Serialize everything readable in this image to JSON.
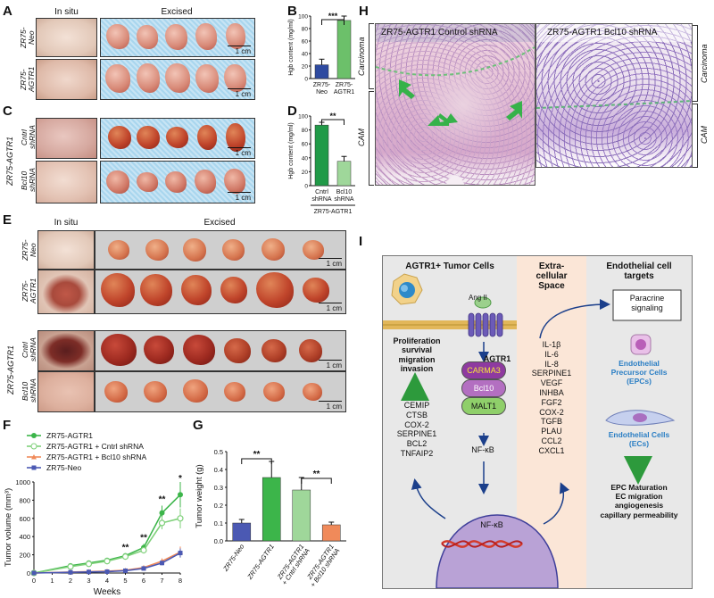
{
  "labels": {
    "A": "A",
    "B": "B",
    "C": "C",
    "D": "D",
    "E": "E",
    "F": "F",
    "G": "G",
    "H": "H",
    "I": "I"
  },
  "panelA": {
    "in_situ": "In situ",
    "excised": "Excised",
    "row1": "ZR75-\nNeo",
    "row2": "ZR75-\nAGTR1",
    "scale": "1 cm"
  },
  "panelC": {
    "group": "ZR75-AGTR1",
    "row1": "Cntrl\nshRNA",
    "row2": "Bcl10\nshRNA",
    "scale": "1 cm"
  },
  "panelE": {
    "in_situ": "In situ",
    "excised": "Excised",
    "row1": "ZR75-\nNeo",
    "row2": "ZR75-\nAGTR1",
    "group": "ZR75-AGTR1",
    "row3": "Cntrl\nshRNA",
    "row4": "Bcl10\nshRNA",
    "scale": "1 cm"
  },
  "panelH": {
    "left_title": "ZR75-AGTR1 Control shRNA",
    "right_title": "ZR75-AGTR1 Bcl10 shRNA",
    "carcinoma": "Carcinoma",
    "cam": "CAM"
  },
  "chartB": {
    "ylabel": "Hgb content (mg/ml)",
    "sig": "***",
    "group": ""
  },
  "chartD": {
    "ylabel": "Hgb content (mg/ml)",
    "sig": "**",
    "group": "ZR75-AGTR1"
  },
  "chartF": {
    "ylabel": "Tumor volume (mm³)",
    "xlabel": "Weeks",
    "sig1": "**",
    "sig2": "**",
    "sig3": "**",
    "sig4": "*"
  },
  "chartG": {
    "ylabel": "Tumor weight (g)",
    "sig1": "**",
    "sig2": "**"
  },
  "chart_data": [
    {
      "id": "B",
      "type": "bar",
      "categories": [
        "ZR75-\nNeo",
        "ZR75-\nAGTR1"
      ],
      "values": [
        22,
        93
      ],
      "errors": [
        9,
        7
      ],
      "colors": [
        "#2e4aa0",
        "#6cc06a"
      ],
      "ylim": [
        0,
        100
      ],
      "yticks": [
        0,
        20,
        40,
        60,
        80,
        100
      ],
      "ylabel": "Hgb content (mg/ml)"
    },
    {
      "id": "D",
      "type": "bar",
      "categories": [
        "Cntrl\nshRNA",
        "Bcl10\nshRNA"
      ],
      "values": [
        87,
        35
      ],
      "errors": [
        4,
        7
      ],
      "colors": [
        "#219a48",
        "#9fd79a"
      ],
      "ylim": [
        0,
        100
      ],
      "yticks": [
        0,
        20,
        40,
        60,
        80,
        100
      ],
      "ylabel": "Hgb content (mg/ml)"
    },
    {
      "id": "F",
      "type": "line",
      "x": [
        0,
        2,
        3,
        4,
        5,
        6,
        7,
        8
      ],
      "xticks": [
        0,
        1,
        2,
        3,
        4,
        5,
        6,
        7,
        8
      ],
      "ylim": [
        0,
        1000
      ],
      "yticks": [
        0,
        200,
        400,
        600,
        800,
        1000
      ],
      "xlabel": "Weeks",
      "ylabel": "Tumor volume (mm³)",
      "series": [
        {
          "name": "ZR75-AGTR1",
          "color": "#3cb54a",
          "marker": "filled",
          "values": [
            0,
            80,
            110,
            140,
            190,
            280,
            660,
            860
          ],
          "errors": [
            0,
            12,
            15,
            18,
            25,
            40,
            80,
            140
          ]
        },
        {
          "name": "ZR75-AGTR1 + Cntrl shRNA",
          "color": "#7fd07a",
          "marker": "open",
          "values": [
            0,
            70,
            100,
            130,
            180,
            250,
            550,
            600
          ],
          "errors": [
            0,
            10,
            12,
            15,
            20,
            35,
            70,
            110
          ]
        },
        {
          "name": "ZR75-AGTR1 + Bcl10 shRNA",
          "color": "#f08a5a",
          "marker": "triangle",
          "values": [
            0,
            10,
            15,
            20,
            30,
            60,
            130,
            230
          ],
          "errors": [
            0,
            4,
            5,
            6,
            8,
            15,
            30,
            60
          ]
        },
        {
          "name": "ZR75-Neo",
          "color": "#4b59b3",
          "marker": "square",
          "values": [
            0,
            8,
            12,
            15,
            25,
            50,
            110,
            220
          ],
          "errors": [
            0,
            3,
            4,
            5,
            7,
            12,
            25,
            50
          ]
        }
      ]
    },
    {
      "id": "G",
      "type": "bar",
      "categories": [
        "ZR75-Neo",
        "ZR75-AGTR1",
        "ZR75-AGTR1\n+ Cntrl shRNA",
        "ZR75-AGTR1\n+ Bcl10 shRNA"
      ],
      "values": [
        0.1,
        0.355,
        0.285,
        0.09
      ],
      "errors": [
        0.02,
        0.09,
        0.07,
        0.015
      ],
      "colors": [
        "#4b59b3",
        "#3cb54a",
        "#9fd79a",
        "#f08a5a"
      ],
      "ylim": [
        0,
        0.5
      ],
      "yticks": [
        0.0,
        0.1,
        0.2,
        0.3,
        0.4,
        0.5
      ],
      "ylabel": "Tumor weight (g)"
    }
  ],
  "panelI": {
    "col1_title": "AGTR1+ Tumor Cells",
    "col2_title": "Extra-\ncellular\nSpace",
    "col3_title": "Endothelial cell\ntargets",
    "ang": "Ang II",
    "agtr1": "AGTR1",
    "carma3": "CARMA3",
    "bcl10": "Bcl10",
    "malt1": "MALT1",
    "nfkb1": "NF-κB",
    "nfkb2": "NF-κB",
    "effects": "Proliferation\nsurvival\nmigration\ninvasion",
    "genes": [
      "CEMIP",
      "CTSB",
      "COX-2",
      "SERPINE1",
      "BCL2",
      "TNFAIP2"
    ],
    "secreted": [
      "IL-1β",
      "IL-6",
      "IL-8",
      "SERPINE1",
      "VEGF",
      "INHBA",
      "FGF2",
      "COX-2",
      "TGFB",
      "PLAU",
      "CCL2",
      "CXCL1"
    ],
    "paracrine": "Paracrine\nsignaling",
    "epc": "Endothelial\nPrecursor Cells\n(EPCs)",
    "ec": "Endothelial Cells\n(ECs)",
    "outcome": "EPC Maturation\nEC migration\nangiogenesis\ncapillary permeability"
  }
}
